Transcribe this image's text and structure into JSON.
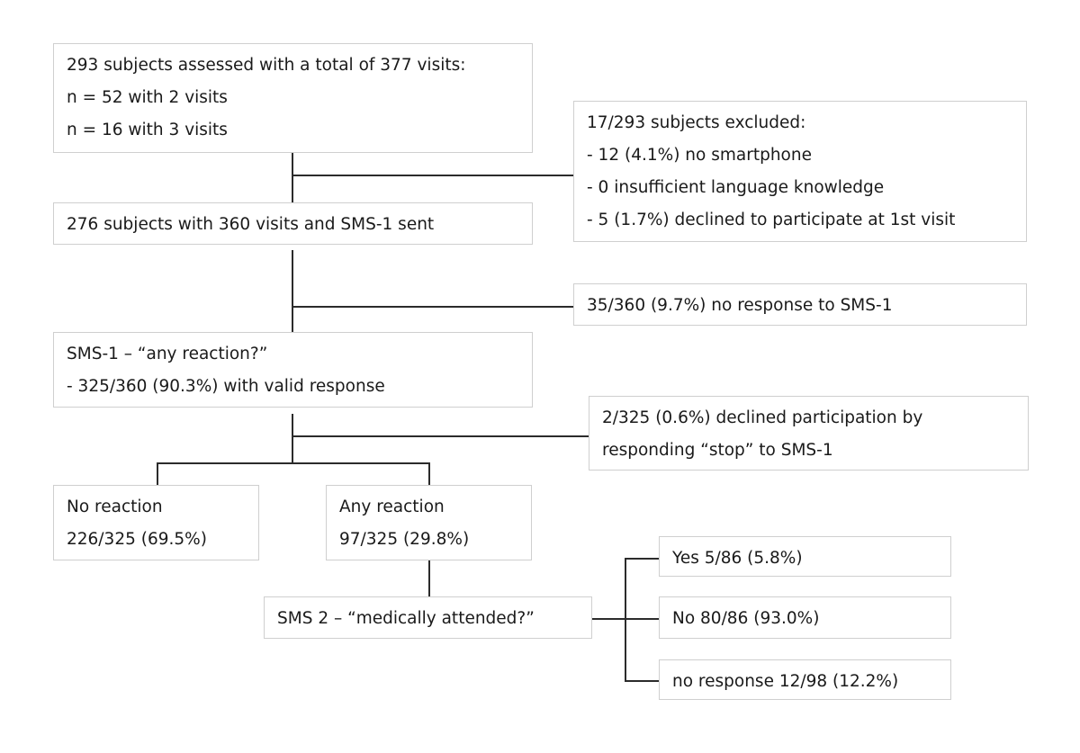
{
  "assessed": {
    "lines": [
      "293 subjects assessed with a total of 377 visits:",
      "n = 52 with 2 visits",
      "n = 16 with 3 visits"
    ]
  },
  "excluded": {
    "lines": [
      "17/293 subjects excluded:",
      "- 12 (4.1%) no smartphone",
      "- 0 insufficient language knowledge",
      "- 5 (1.7%) declined to participate at 1st visit"
    ]
  },
  "sms1_sent": {
    "lines": [
      "276 subjects with 360 visits and SMS-1 sent"
    ]
  },
  "no_response_sms1": {
    "lines": [
      "35/360 (9.7%) no response to SMS-1"
    ]
  },
  "sms1_question": {
    "lines": [
      "SMS-1 – “any reaction?”",
      "- 325/360 (90.3%) with valid response"
    ]
  },
  "declined_stop": {
    "lines": [
      "2/325 (0.6%) declined participation by",
      "responding “stop” to SMS-1"
    ]
  },
  "no_reaction": {
    "lines": [
      "No reaction",
      "226/325 (69.5%)"
    ]
  },
  "any_reaction": {
    "lines": [
      "Any reaction",
      "97/325 (29.8%)"
    ]
  },
  "sms2_question": {
    "lines": [
      "SMS 2 – “medically attended?”"
    ]
  },
  "outcome_yes": {
    "lines": [
      "Yes 5/86 (5.8%)"
    ]
  },
  "outcome_no": {
    "lines": [
      "No 80/86 (93.0%)"
    ]
  },
  "outcome_no_response": {
    "lines": [
      "no response 12/98 (12.2%)"
    ]
  }
}
